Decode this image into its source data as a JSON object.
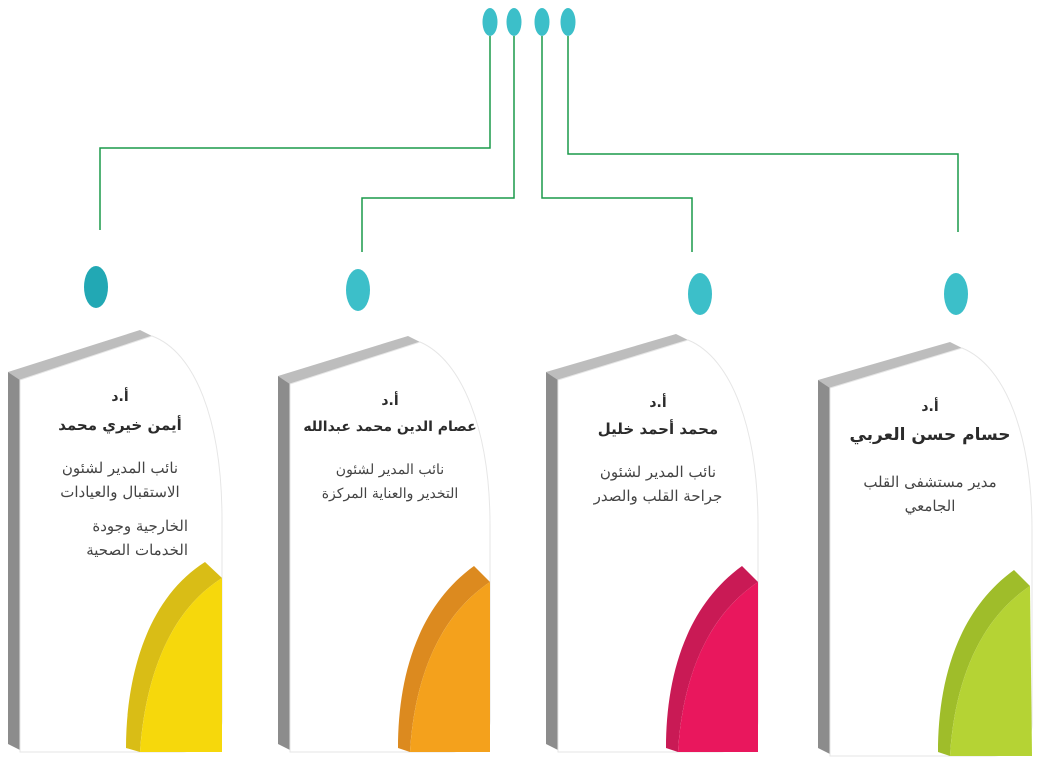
{
  "colors": {
    "connector": "#1a9a4a",
    "dot": "#3cbfc9",
    "dot_dark": "#22a8b4",
    "card_face": "#ffffff",
    "card_side": "#8c8c8c",
    "card_top": "#bdbdbd"
  },
  "cards": [
    {
      "degree": "أ.د",
      "name": "أيمن خيري محمد",
      "role_lines": [
        "نائب المدير لشئون",
        "الاستقبال والعيادات"
      ],
      "role_lines_extra": [
        "الخارجية وجودة",
        "الخدمات الصحية"
      ],
      "accent": "#f6d80c",
      "accent_dark": "#d9bd16"
    },
    {
      "degree": "أ.د",
      "name": "عصام الدين محمد عبدالله",
      "role_lines": [
        "نائب المدير لشئون",
        "التخدير والعناية المركزة"
      ],
      "accent": "#f4a11c",
      "accent_dark": "#dc8a1f"
    },
    {
      "degree": "أ.د",
      "name": "محمد أحمد خليل",
      "role_lines": [
        "نائب المدير لشئون",
        "جراحة القلب والصدر"
      ],
      "accent": "#e9175d",
      "accent_dark": "#c91a55"
    },
    {
      "degree": "أ.د",
      "name": "حسام حسن العربي",
      "role_lines": [
        "مدير مستشفى القلب",
        "الجامعي"
      ],
      "accent": "#b5d334",
      "accent_dark": "#9fbd2a"
    }
  ]
}
